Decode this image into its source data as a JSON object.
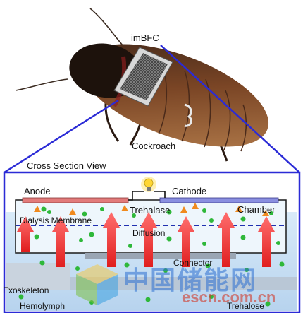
{
  "labels": {
    "imbfc": "imBFC",
    "cockroach": "Cockroach",
    "cross_section": "Cross Section View",
    "anode": "Anode",
    "cathode": "Cathode",
    "trehalase": "Trehalase",
    "chamber": "Chamber",
    "dialysis_membrane": "Dialysis Membrane",
    "diffusion": "Diffusion",
    "connector": "Connector",
    "exoskeleton": "Exoskeleton",
    "hemolymph": "Hemolymph",
    "trehalose": "Trehalose"
  },
  "watermark": {
    "cn": "中国储能网",
    "url": "escn.com.cn"
  },
  "colors": {
    "arrow": "#e8282a",
    "molecule": "#2fb83a",
    "enzyme": "#f08a1e",
    "anode": "#e27b7b",
    "cathode": "#8a8fe0",
    "hemolymph": "#cfe3f6",
    "outline": "#2b2bd6"
  }
}
